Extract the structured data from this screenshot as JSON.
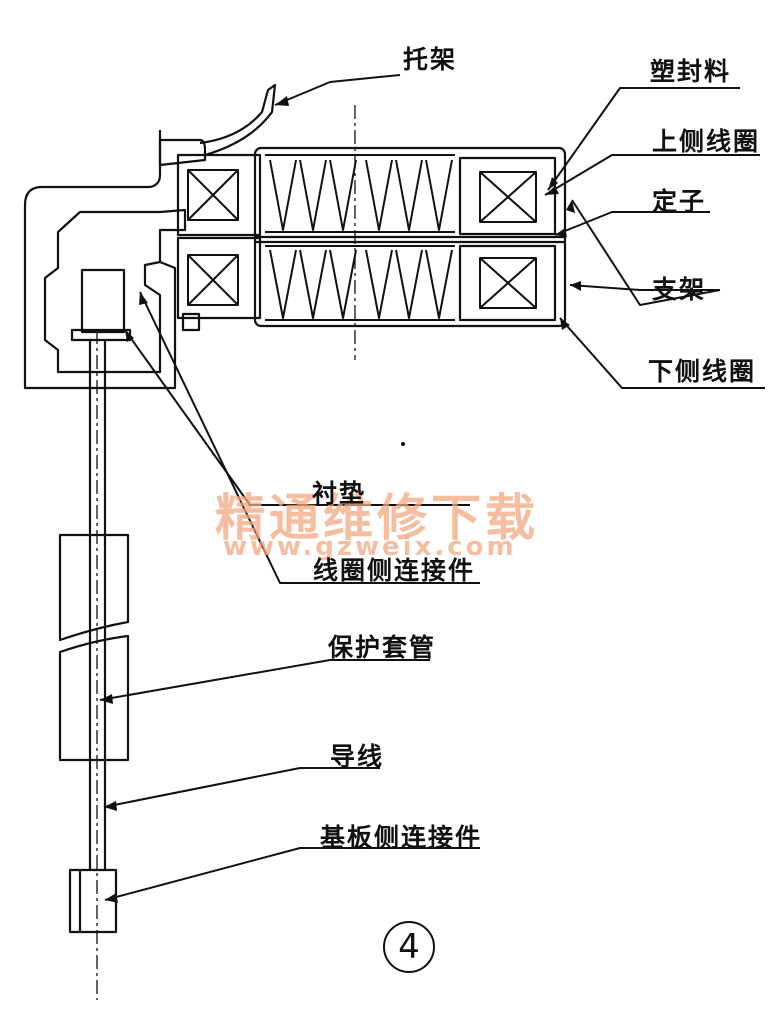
{
  "labels": {
    "bracket_top": "托架",
    "plastic_seal": "塑封料",
    "upper_coil": "上侧线圈",
    "stator": "定子",
    "support": "支架",
    "lower_coil": "下侧线圈",
    "gasket": "衬垫",
    "coil_connector": "线圈侧连接件",
    "sleeve": "保护套管",
    "wire": "导线",
    "board_connector": "基板侧连接件"
  },
  "watermark": {
    "title": "精通维修下载",
    "url": "www.gzweix.com"
  },
  "figure_number": "4"
}
